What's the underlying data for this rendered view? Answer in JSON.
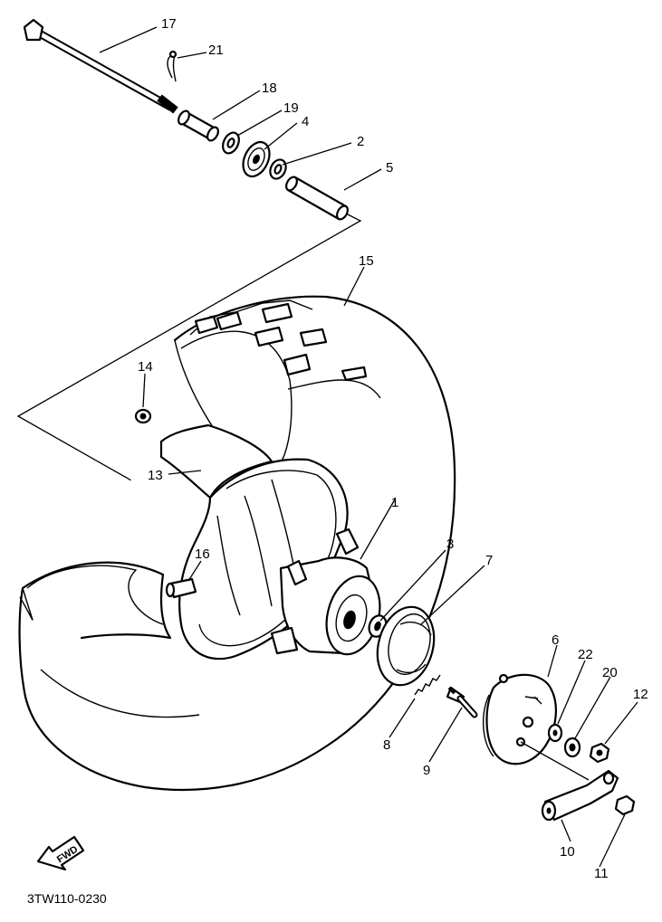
{
  "diagram": {
    "part_numbers": [
      "17",
      "21",
      "18",
      "19",
      "4",
      "2",
      "5",
      "15",
      "14",
      "13",
      "16",
      "1",
      "3",
      "7",
      "6",
      "22",
      "20",
      "12",
      "8",
      "9",
      "10",
      "11"
    ],
    "arrow_text": "FWD",
    "drawing_code": "3TW110-0230"
  }
}
